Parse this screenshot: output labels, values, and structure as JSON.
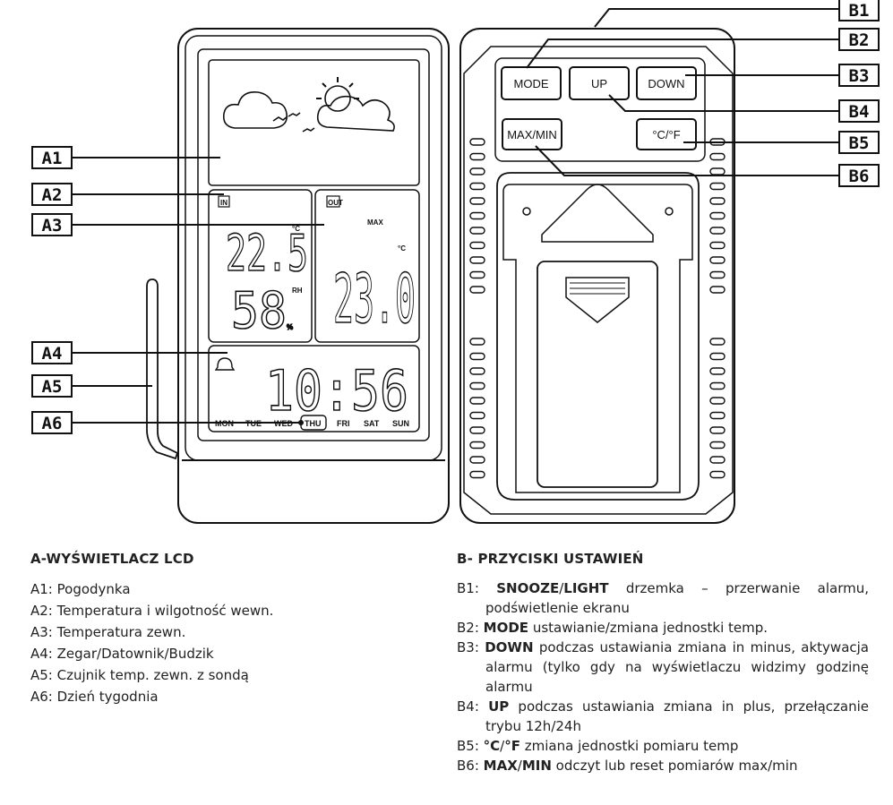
{
  "device": {
    "indoor_temp": "22.5",
    "indoor_temp_unit": "°C",
    "indoor_humidity": "58",
    "indoor_humidity_unit": "%",
    "rh_label": "RH",
    "max_label": "MAX",
    "outdoor_temp": "23.0",
    "outdoor_temp_unit": "°C",
    "time": "10:56",
    "days": [
      "MON",
      "TUE",
      "WED",
      "THU",
      "FRI",
      "SAT",
      "SUN"
    ],
    "active_day": "THU",
    "in_icon_text": "IN",
    "out_icon_text": "OUT"
  },
  "buttons": {
    "mode": "MODE",
    "up": "UP",
    "down": "DOWN",
    "maxmin": "MAX/MIN",
    "unit": "°C/°F"
  },
  "callouts": {
    "a": [
      "A1",
      "A2",
      "A3",
      "A4",
      "A5",
      "A6"
    ],
    "b": [
      "B1",
      "B2",
      "B3",
      "B4",
      "B5",
      "B6"
    ]
  },
  "legend_a": {
    "title": "A-WYŚWIETLACZ LCD",
    "items": [
      "A1: Pogodynka",
      "A2: Temperatura i wilgotność wewn.",
      "A3: Temperatura zewn.",
      "A4: Zegar/Datownik/Budzik",
      "A5: Czujnik temp. zewn. z sondą",
      "A6: Dzień tygodnia"
    ]
  },
  "legend_b": {
    "title": "B- PRZYCISKI USTAWIEŃ",
    "items": [
      {
        "prefix": "B1: ",
        "bold1": "SNOOZE",
        "sep": "/",
        "bold2": "LIGHT",
        "text": " drzemka – przerwanie alarmu, podświetlenie ekranu"
      },
      {
        "prefix": "B2: ",
        "bold1": "MODE",
        "sep": "",
        "bold2": "",
        "text": " ustawianie/zmiana jednostki temp."
      },
      {
        "prefix": "B3: ",
        "bold1": "DOWN",
        "sep": "",
        "bold2": "",
        "text": " podczas ustawiania zmiana in minus, aktywacja alarmu (tylko gdy na wyświetlaczu widzimy godzinę alarmu"
      },
      {
        "prefix": "B4: ",
        "bold1": "UP",
        "sep": "",
        "bold2": "",
        "text": " podczas ustawiania zmiana in plus, przełączanie trybu 12h/24h"
      },
      {
        "prefix": "B5: ",
        "bold1": "°C",
        "sep": "/",
        "bold2": "°F",
        "text": " zmiana jednostki pomiaru temp"
      },
      {
        "prefix": "B6: ",
        "bold1": "MAX",
        "sep": "/",
        "bold2": "MIN",
        "text": " odczyt lub reset pomiarów max/min"
      }
    ]
  }
}
